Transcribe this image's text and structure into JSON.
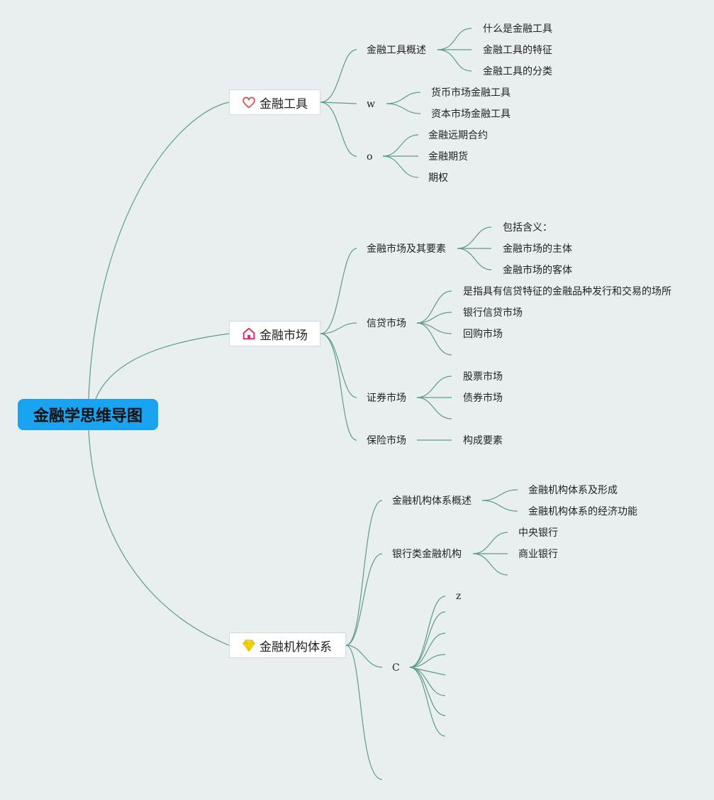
{
  "root": {
    "title": "金融学思维导图"
  },
  "branches": {
    "tools": {
      "label": "金融工具",
      "icon": "heart-outline-icon",
      "topics": {
        "overview": {
          "label": "金融工具概述",
          "items": [
            "什么是金融工具",
            "金融工具的特征",
            "金融工具的分类"
          ]
        },
        "w": {
          "label": "w",
          "items": [
            "货币市场金融工具",
            "资本市场金融工具"
          ]
        },
        "o": {
          "label": "o",
          "items": [
            "金融远期合约",
            "金融期货",
            "期权"
          ]
        }
      }
    },
    "market": {
      "label": "金融市场",
      "icon": "house-icon",
      "topics": {
        "elements": {
          "label": "金融市场及其要素",
          "items": [
            "包括含义：",
            "金融市场的主体",
            "金融市场的客体"
          ]
        },
        "credit": {
          "label": "信贷市场",
          "items": [
            "是指具有信贷特征的金融品种发行和交易的场所",
            "银行信贷市场",
            "回购市场"
          ]
        },
        "securities": {
          "label": "证券市场",
          "items": [
            "股票市场",
            "债券市场"
          ]
        },
        "insurance": {
          "label": "保险市场",
          "items": [
            "构成要素"
          ]
        }
      }
    },
    "institutions": {
      "label": "金融机构体系",
      "icon": "diamond-icon",
      "topics": {
        "overview": {
          "label": "金融机构体系概述",
          "items": [
            "金融机构体系及形成",
            "金融机构体系的经济功能"
          ]
        },
        "banks": {
          "label": "银行类金融机构",
          "items": [
            "中央银行",
            "商业银行"
          ]
        },
        "c": {
          "label": "C",
          "items": [
            "z"
          ]
        }
      }
    }
  },
  "colors": {
    "root_bg": "#1aa3f0",
    "line": "#5d9c88",
    "background": "#e9eff1",
    "heart": "#d9534f",
    "house": "#e0245e",
    "diamond": "#f5d915"
  }
}
